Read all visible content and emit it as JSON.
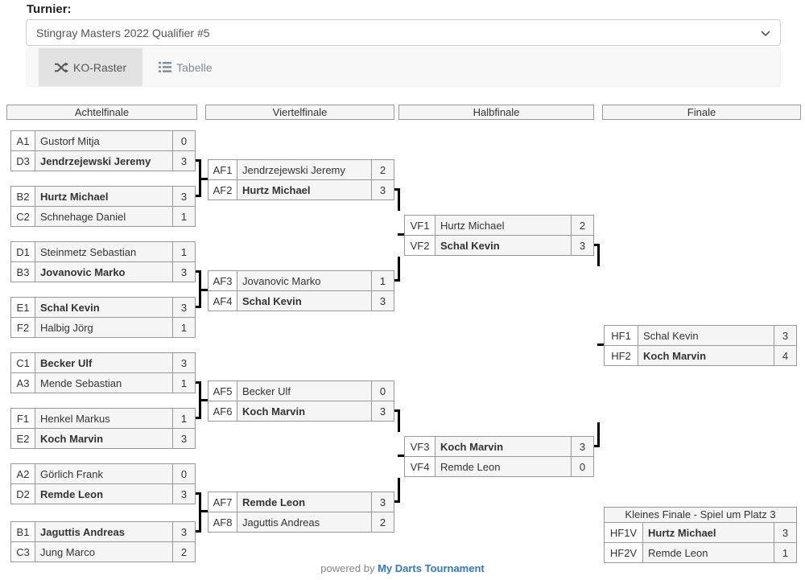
{
  "header": {
    "tournament_label": "Turnier:",
    "selected_tournament": "Stingray Masters 2022 Qualifier #5"
  },
  "tabs": [
    {
      "label": "KO-Raster",
      "icon": "shuffle-icon",
      "active": true
    },
    {
      "label": "Tabelle",
      "icon": "list-icon",
      "active": false
    }
  ],
  "bracket": {
    "rounds": [
      {
        "title": "Achtelfinale",
        "matches": [
          {
            "rows": [
              {
                "code": "A1",
                "name": "Gustorf Mitja",
                "score": "0",
                "winner": false
              },
              {
                "code": "D3",
                "name": "Jendrzejewski Jeremy",
                "score": "3",
                "winner": true
              }
            ]
          },
          {
            "rows": [
              {
                "code": "B2",
                "name": "Hurtz Michael",
                "score": "3",
                "winner": true
              },
              {
                "code": "C2",
                "name": "Schnehage Daniel",
                "score": "1",
                "winner": false
              }
            ]
          },
          {
            "rows": [
              {
                "code": "D1",
                "name": "Steinmetz Sebastian",
                "score": "1",
                "winner": false
              },
              {
                "code": "B3",
                "name": "Jovanovic Marko",
                "score": "3",
                "winner": true
              }
            ]
          },
          {
            "rows": [
              {
                "code": "E1",
                "name": "Schal Kevin",
                "score": "3",
                "winner": true
              },
              {
                "code": "F2",
                "name": "Halbig Jörg",
                "score": "1",
                "winner": false
              }
            ]
          },
          {
            "rows": [
              {
                "code": "C1",
                "name": "Becker Ulf",
                "score": "3",
                "winner": true
              },
              {
                "code": "A3",
                "name": "Mende Sebastian",
                "score": "1",
                "winner": false
              }
            ]
          },
          {
            "rows": [
              {
                "code": "F1",
                "name": "Henkel Markus",
                "score": "1",
                "winner": false
              },
              {
                "code": "E2",
                "name": "Koch Marvin",
                "score": "3",
                "winner": true
              }
            ]
          },
          {
            "rows": [
              {
                "code": "A2",
                "name": "Görlich Frank",
                "score": "0",
                "winner": false
              },
              {
                "code": "D2",
                "name": "Remde Leon",
                "score": "3",
                "winner": true
              }
            ]
          },
          {
            "rows": [
              {
                "code": "B1",
                "name": "Jaguttis Andreas",
                "score": "3",
                "winner": true
              },
              {
                "code": "C3",
                "name": "Jung Marco",
                "score": "2",
                "winner": false
              }
            ]
          }
        ]
      },
      {
        "title": "Viertelfinale",
        "matches": [
          {
            "rows": [
              {
                "code": "AF1",
                "name": "Jendrzejewski Jeremy",
                "score": "2",
                "winner": false
              },
              {
                "code": "AF2",
                "name": "Hurtz Michael",
                "score": "3",
                "winner": true
              }
            ]
          },
          {
            "rows": [
              {
                "code": "AF3",
                "name": "Jovanovic Marko",
                "score": "1",
                "winner": false
              },
              {
                "code": "AF4",
                "name": "Schal Kevin",
                "score": "3",
                "winner": true
              }
            ]
          },
          {
            "rows": [
              {
                "code": "AF5",
                "name": "Becker Ulf",
                "score": "0",
                "winner": false
              },
              {
                "code": "AF6",
                "name": "Koch Marvin",
                "score": "3",
                "winner": true
              }
            ]
          },
          {
            "rows": [
              {
                "code": "AF7",
                "name": "Remde Leon",
                "score": "3",
                "winner": true
              },
              {
                "code": "AF8",
                "name": "Jaguttis Andreas",
                "score": "2",
                "winner": false
              }
            ]
          }
        ]
      },
      {
        "title": "Halbfinale",
        "matches": [
          {
            "rows": [
              {
                "code": "VF1",
                "name": "Hurtz Michael",
                "score": "2",
                "winner": false
              },
              {
                "code": "VF2",
                "name": "Schal Kevin",
                "score": "3",
                "winner": true
              }
            ]
          },
          {
            "rows": [
              {
                "code": "VF3",
                "name": "Koch Marvin",
                "score": "3",
                "winner": true
              },
              {
                "code": "VF4",
                "name": "Remde Leon",
                "score": "0",
                "winner": false
              }
            ]
          }
        ]
      },
      {
        "title": "Finale",
        "matches": [
          {
            "rows": [
              {
                "code": "HF1",
                "name": "Schal Kevin",
                "score": "3",
                "winner": false
              },
              {
                "code": "HF2",
                "name": "Koch Marvin",
                "score": "4",
                "winner": true
              }
            ]
          }
        ]
      }
    ],
    "third_place": {
      "title": "Kleines Finale - Spiel um Platz 3",
      "rows": [
        {
          "code": "HF1V",
          "name": "Hurtz Michael",
          "score": "3",
          "winner": true
        },
        {
          "code": "HF2V",
          "name": "Remde Leon",
          "score": "1",
          "winner": false
        }
      ]
    }
  },
  "footer": {
    "powered_by": "powered by",
    "link_label": "My Darts Tournament"
  },
  "colors": {
    "link_blue": "#337ab7",
    "cell_bg": "#f5f5f5",
    "cell_border": "#999999",
    "active_tab_bg": "#e2e2e2",
    "connector": "#000000"
  }
}
